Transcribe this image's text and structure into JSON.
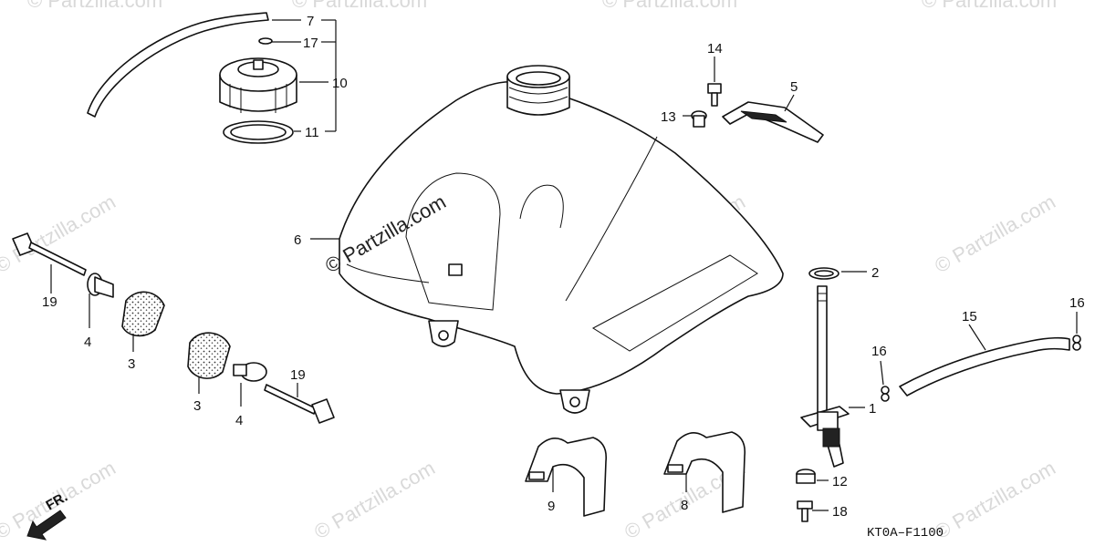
{
  "diagram": {
    "drawing_code": "KT0A–F1100",
    "front_label": "FR.",
    "watermark": "© Partzilla.com",
    "watermark_center": "© Partzilla.com"
  },
  "callouts": {
    "c1": "1",
    "c2": "2",
    "c3a": "3",
    "c3b": "3",
    "c4a": "4",
    "c4b": "4",
    "c5": "5",
    "c6": "6",
    "c7": "7",
    "c8": "8",
    "c9": "9",
    "c10": "10",
    "c11": "11",
    "c12": "12",
    "c13": "13",
    "c14": "14",
    "c15": "15",
    "c16a": "16",
    "c16b": "16",
    "c17": "17",
    "c18": "18",
    "c19a": "19",
    "c19b": "19"
  }
}
